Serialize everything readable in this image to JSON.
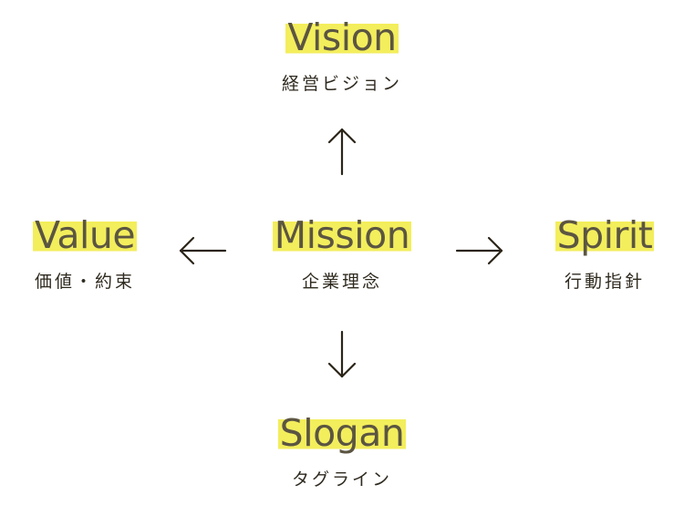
{
  "nodes": {
    "vision": {
      "title": "Vision",
      "subtitle": "経営ビジョン"
    },
    "mission": {
      "title": "Mission",
      "subtitle": "企業理念"
    },
    "value": {
      "title": "Value",
      "subtitle": "価値・約束"
    },
    "spirit": {
      "title": "Spirit",
      "subtitle": "行動指針"
    },
    "slogan": {
      "title": "Slogan",
      "subtitle": "タグライン"
    }
  },
  "edges": [
    {
      "from": "Mission",
      "to": "Vision"
    },
    {
      "from": "Mission",
      "to": "Value"
    },
    {
      "from": "Mission",
      "to": "Spirit"
    },
    {
      "from": "Mission",
      "to": "Slogan"
    }
  ],
  "colors": {
    "highlight": "#f3ee5c",
    "title_text": "#5b5542",
    "subtitle_text": "#2f2a1f",
    "arrow": "#2b2418"
  }
}
